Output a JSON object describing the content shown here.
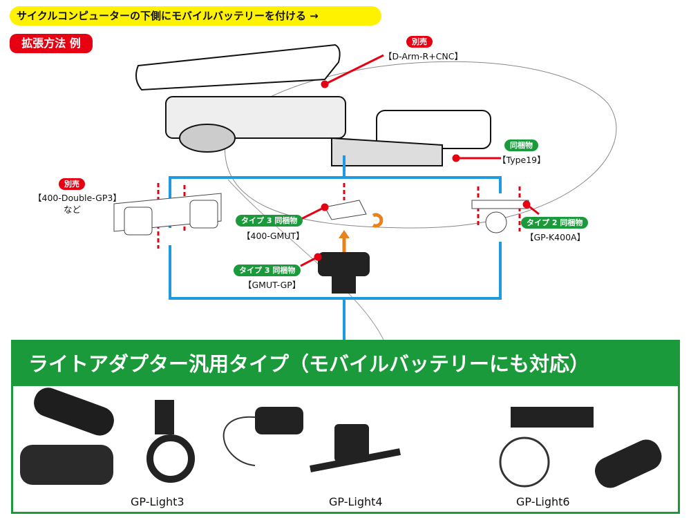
{
  "header": {
    "title": "サイクルコンピューターの下側にモバイルバッテリーを付ける →",
    "section": "拡張方法 例"
  },
  "callouts": {
    "darm": {
      "tag": "別売",
      "name": "【D-Arm-R+CNC】"
    },
    "type19": {
      "tag": "同梱物",
      "name": "【Type19】"
    },
    "double": {
      "tag": "別売",
      "name": "【400-Double-GP3】",
      "sub": "など"
    },
    "gmut": {
      "tag": "タイプ 3 同梱物",
      "name": "【400-GMUT】"
    },
    "gmutgp": {
      "tag": "タイプ 3 同梱物",
      "name": "【GMUT-GP】"
    },
    "k400a": {
      "tag": "タイプ 2 同梱物",
      "name": "【GP-K400A】"
    }
  },
  "panel": {
    "title": "ライトアダプター汎用タイプ（モバイルバッテリーにも対応）",
    "products": [
      "GP-Light3",
      "GP-Light4",
      "GP-Light6"
    ]
  },
  "colors": {
    "yellow": "#fff200",
    "red": "#e60012",
    "green": "#1a9a3a",
    "blue": "#1e9be0"
  }
}
